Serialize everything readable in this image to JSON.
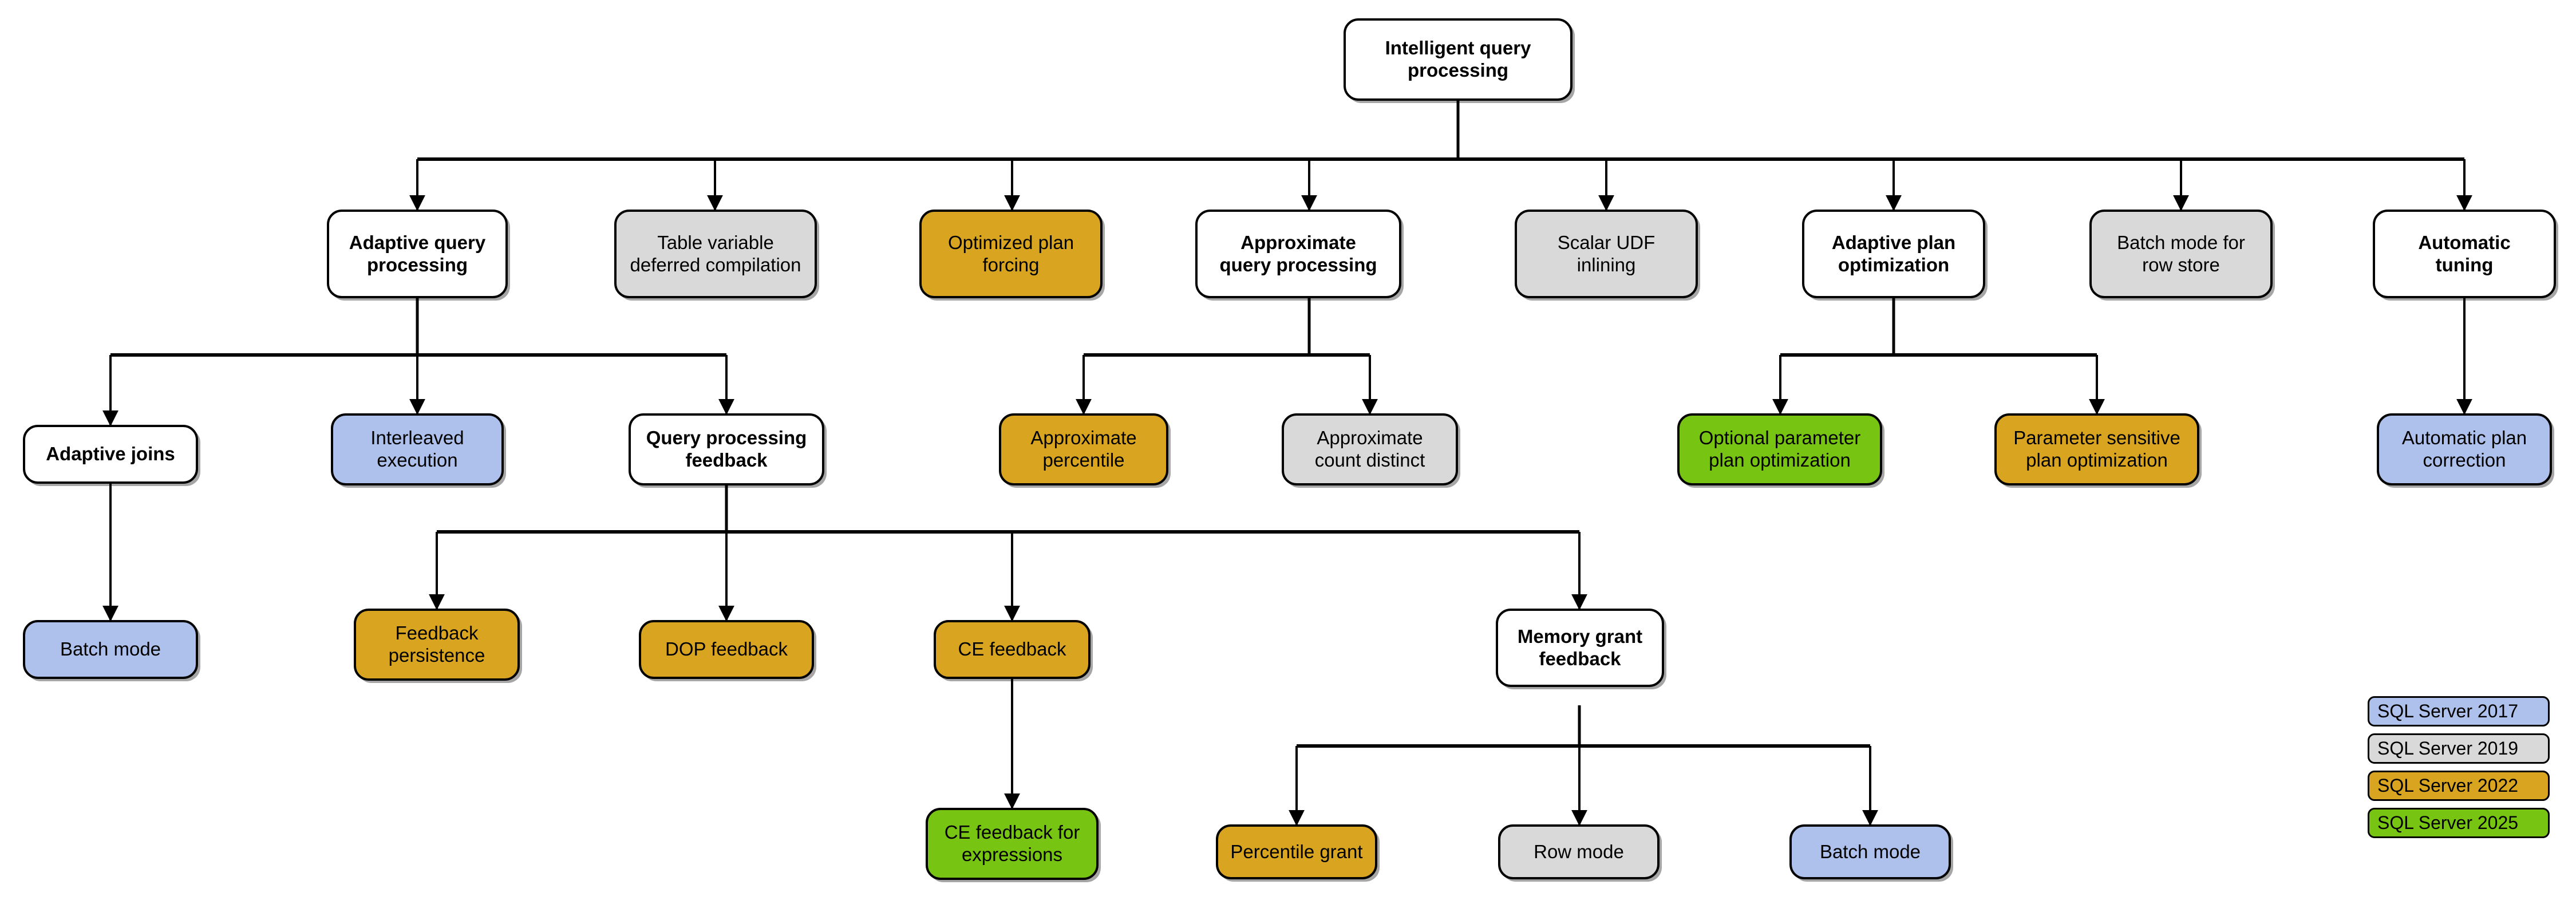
{
  "diagram": {
    "title": "Intelligent query processing",
    "colors": {
      "white": "#ffffff",
      "gray": "#d9d9d9",
      "orange": "#d9a520",
      "blue": "#aec0ec",
      "green": "#77c512",
      "stroke": "#000000"
    },
    "nodes": {
      "root": "Intelligent query\nprocessing",
      "adaptive_query_processing": "Adaptive query\nprocessing",
      "table_variable_deferred_compilation": "Table variable\ndeferred compilation",
      "optimized_plan_forcing": "Optimized plan\nforcing",
      "approximate_query_processing": "Approximate\nquery processing",
      "scalar_udf_inlining": "Scalar UDF\ninlining",
      "adaptive_plan_optimization": "Adaptive plan\noptimization",
      "batch_mode_for_row_store": "Batch mode for\nrow store",
      "automatic_tuning": "Automatic\ntuning",
      "adaptive_joins": "Adaptive joins",
      "interleaved_execution": "Interleaved\nexecution",
      "query_processing_feedback": "Query processing\nfeedback",
      "approximate_percentile": "Approximate\npercentile",
      "approximate_count_distinct": "Approximate\ncount distinct",
      "optional_parameter_plan_optimization": "Optional parameter\nplan optimization",
      "parameter_sensitive_plan_optimization": "Parameter sensitive\nplan optimization",
      "automatic_plan_correction": "Automatic plan\ncorrection",
      "batch_mode": "Batch mode",
      "feedback_persistence": "Feedback\npersistence",
      "dop_feedback": "DOP feedback",
      "ce_feedback": "CE feedback",
      "memory_grant_feedback": "Memory grant\nfeedback",
      "ce_feedback_for_expressions": "CE feedback for\nexpressions",
      "percentile_grant": "Percentile grant",
      "row_mode": "Row mode",
      "batch_mode_mgf": "Batch mode"
    },
    "legend": [
      {
        "label": "SQL Server 2017",
        "color": "#aec0ec"
      },
      {
        "label": "SQL Server 2019",
        "color": "#d9d9d9"
      },
      {
        "label": "SQL Server 2022",
        "color": "#d9a520"
      },
      {
        "label": "SQL Server 2025",
        "color": "#77c512"
      }
    ]
  }
}
